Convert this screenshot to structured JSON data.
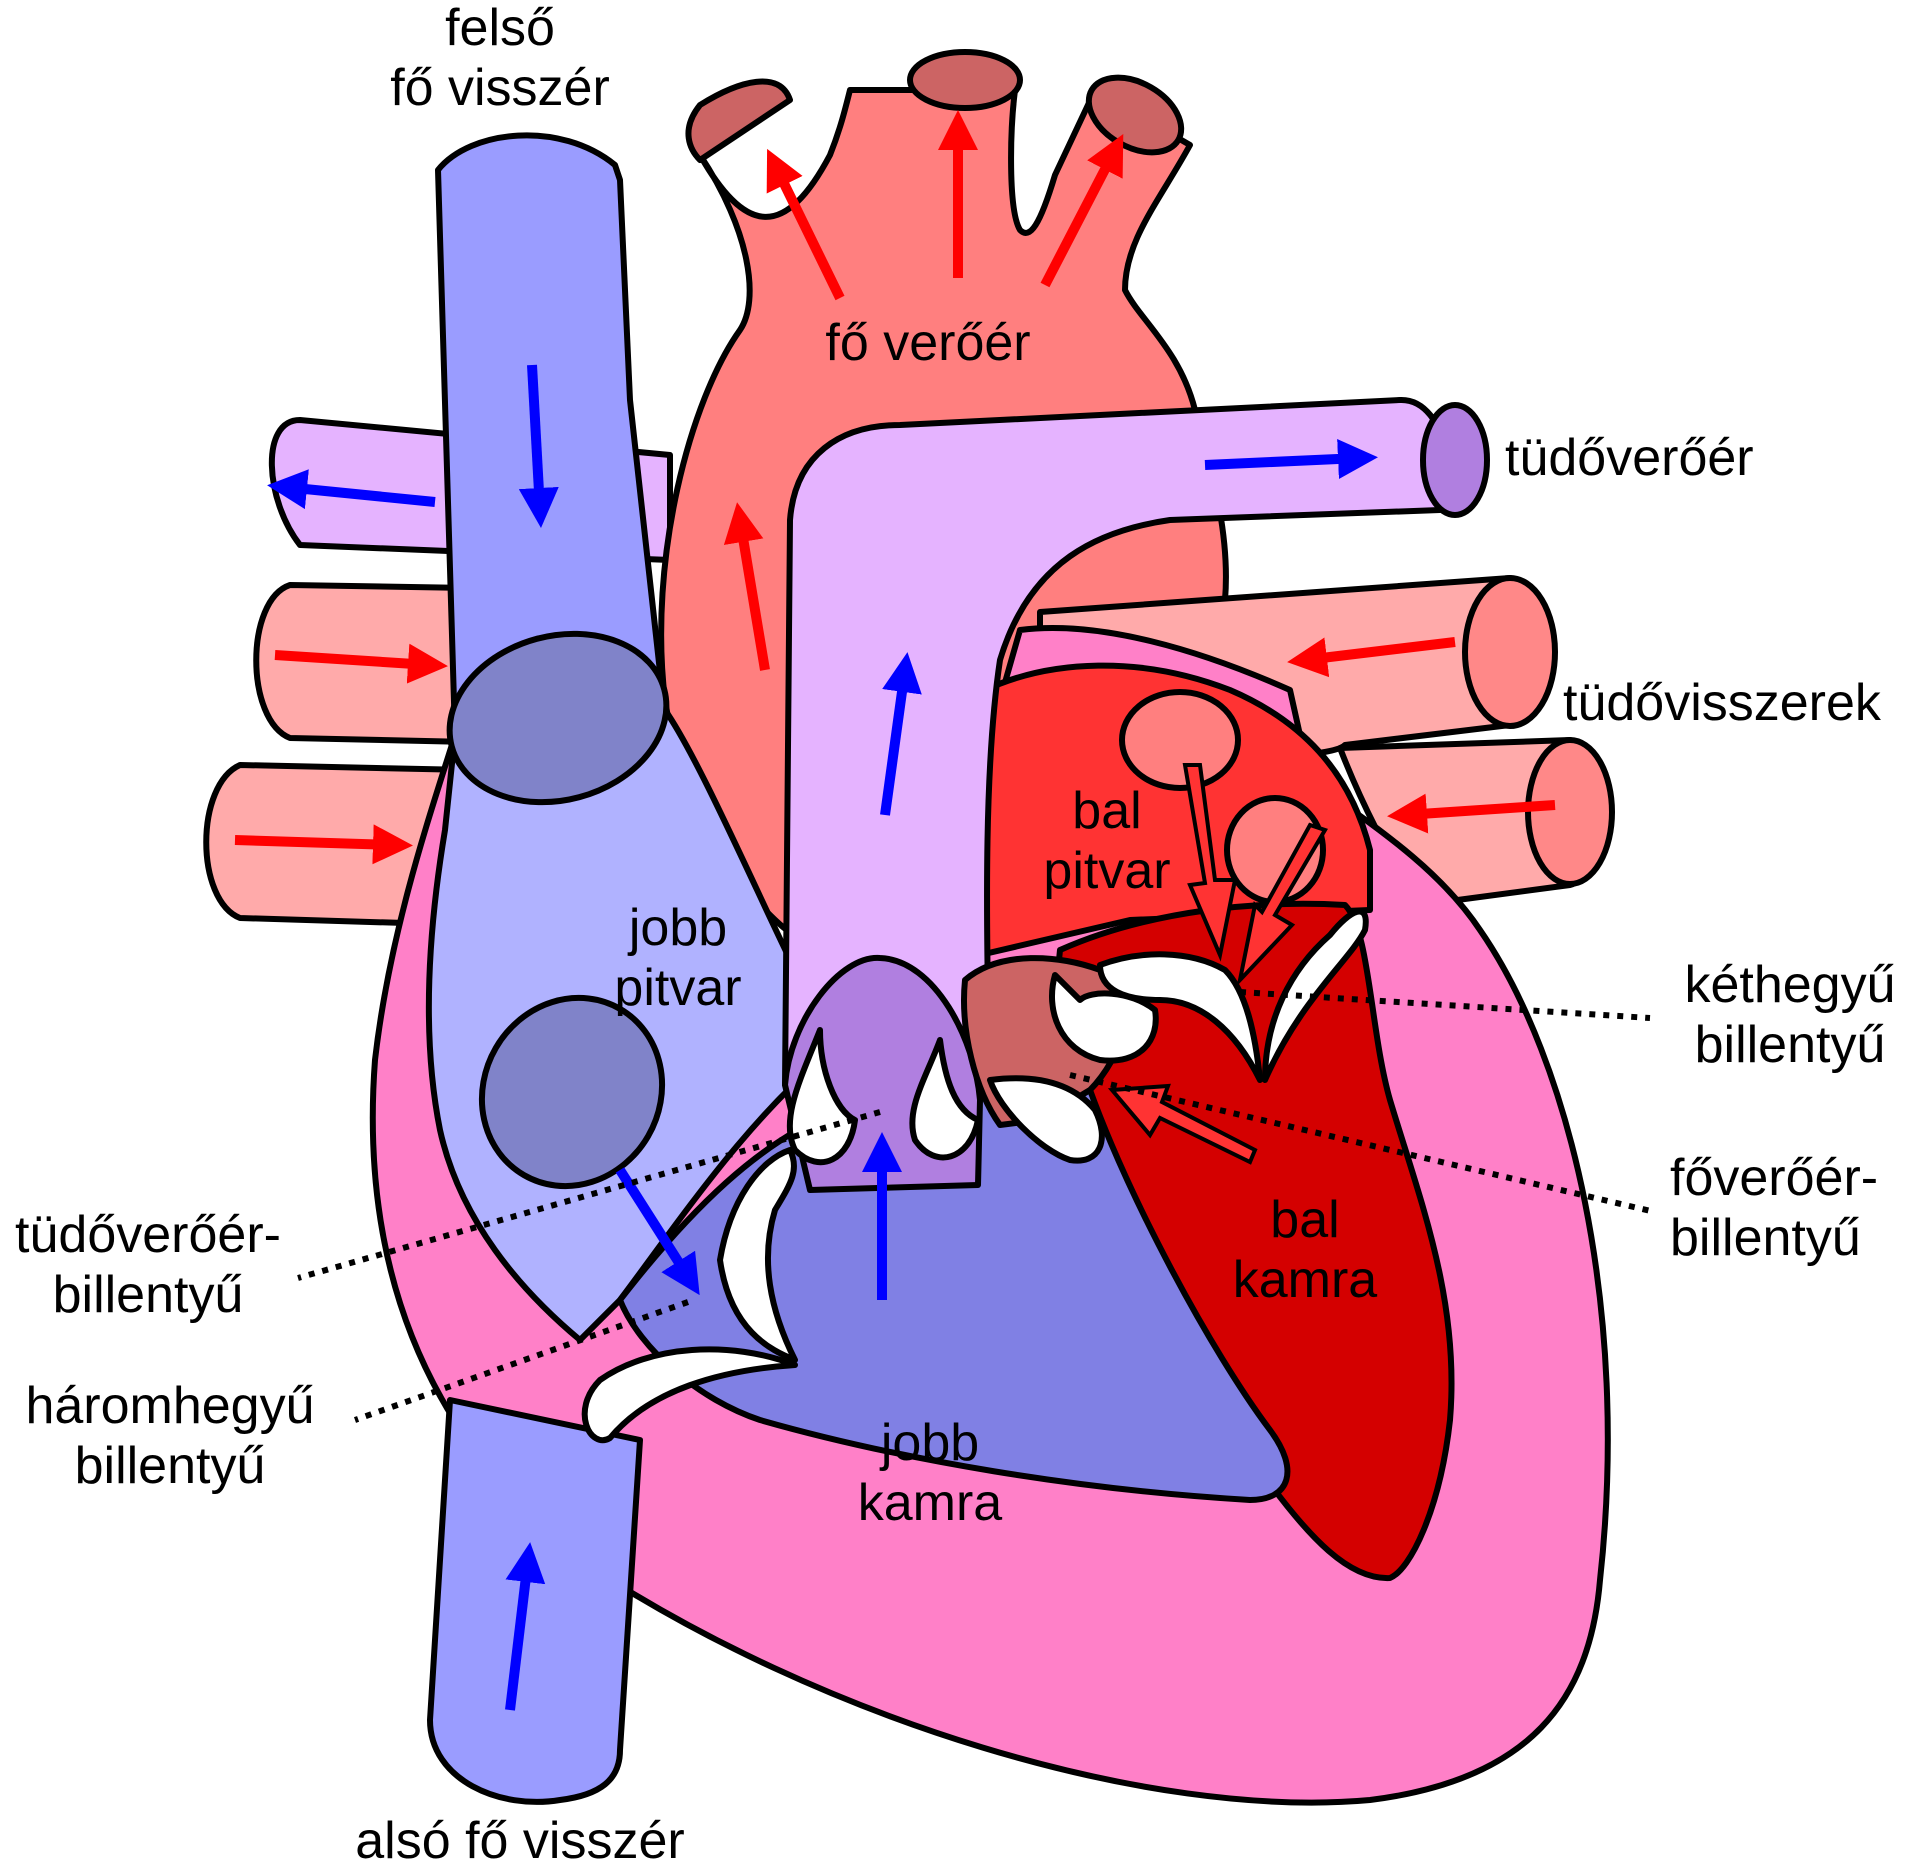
{
  "labels": {
    "svc_line1": "felső",
    "svc_line2": "fő visszér",
    "aorta": "fő verőér",
    "pulm_artery": "tüdőverőér",
    "pulm_veins": "tüdővisszerek",
    "ra_line1": "jobb",
    "ra_line2": "pitvar",
    "la_line1": "bal",
    "la_line2": "pitvar",
    "mitral_line1": "kéthegyű",
    "mitral_line2": "billentyű",
    "aortic_valve_line1": "főverőér-",
    "aortic_valve_line2": "billentyű",
    "lv_line1": "bal",
    "lv_line2": "kamra",
    "pulm_valve_line1": "tüdőverőér-",
    "pulm_valve_line2": "billentyű",
    "tricuspid_line1": "háromhegyű",
    "tricuspid_line2": "billentyű",
    "rv_line1": "jobb",
    "rv_line2": "kamra",
    "ivc": "alsó fő visszér"
  },
  "colors": {
    "vena_blue": "#9a9cff",
    "right_atrium": "#b0b2ff",
    "right_ventricle": "#8080e4",
    "vena_ostium": "#8083c9",
    "pulm_artery": "#e5b3ff",
    "pulm_artery_end": "#b07fe0",
    "aorta": "#ff7f7f",
    "aorta_end": "#cc6464",
    "pulm_vein": "#ffaaaa",
    "pulm_vein_end": "#ff8888",
    "left_atrium": "#ff3333",
    "left_ventricle": "#d40000",
    "myocardium": "#ff80c8",
    "flow_blue": "#0000ff",
    "flow_red": "#ff0000"
  }
}
